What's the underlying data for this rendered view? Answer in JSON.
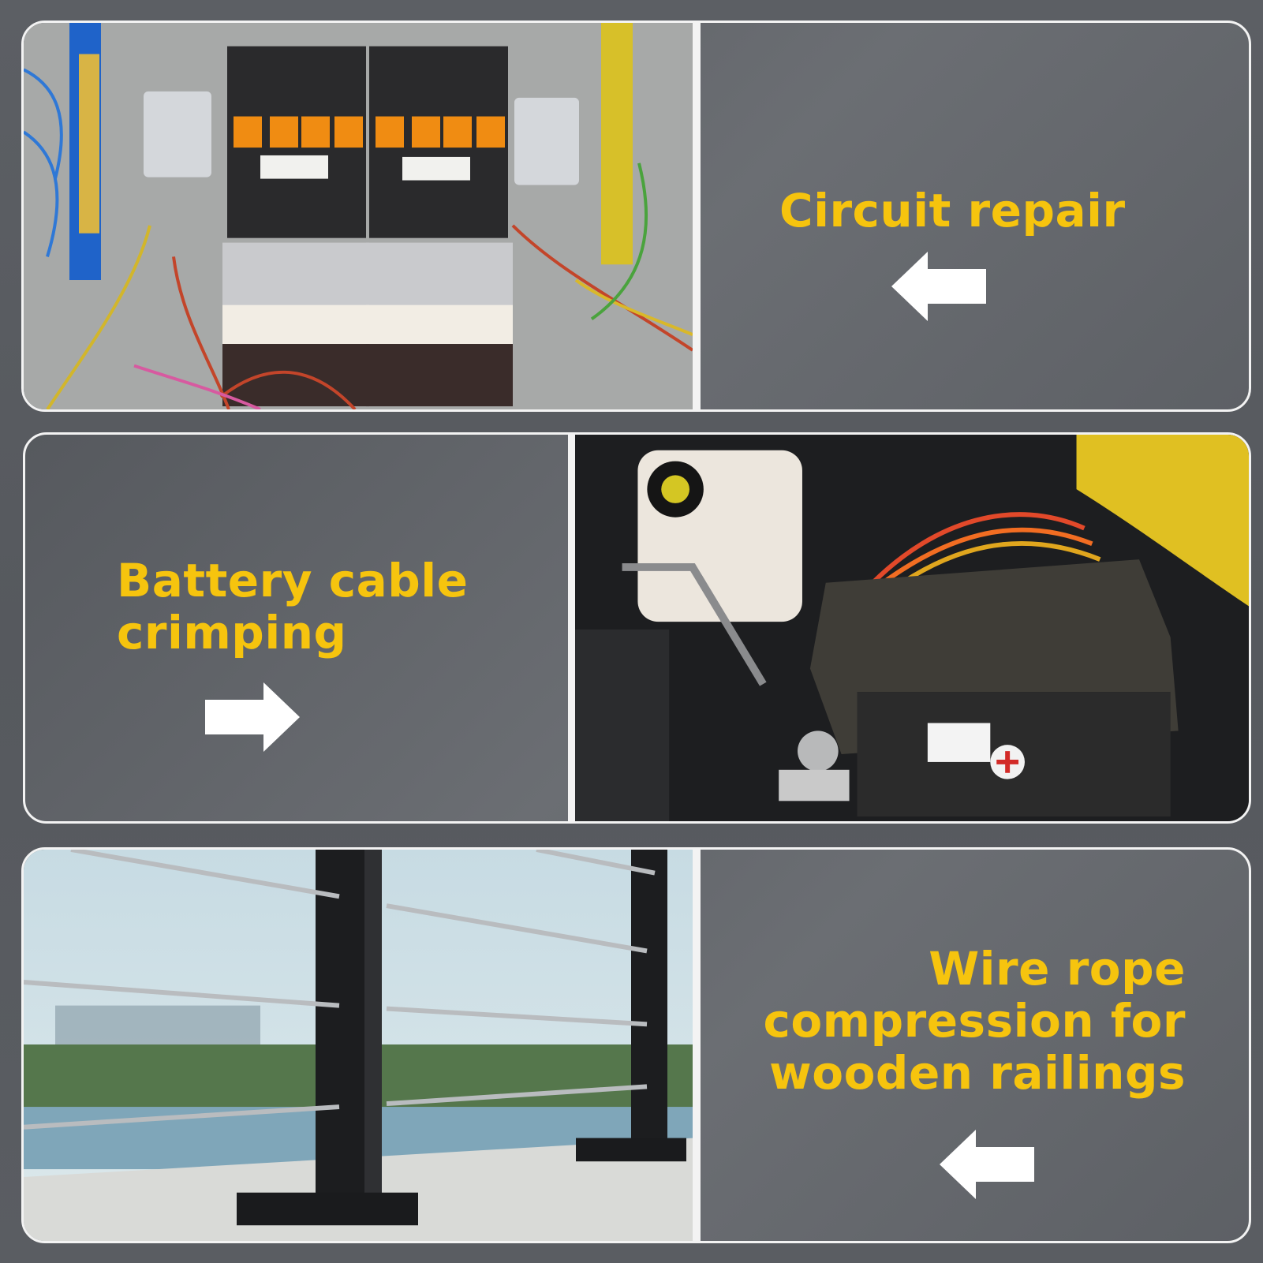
{
  "panels": [
    {
      "caption": "Circuit repair",
      "arrow": "arrow-left-icon",
      "photo": "electrical-panel-photo"
    },
    {
      "caption": "Battery cable crimping",
      "arrow": "arrow-right-icon",
      "photo": "car-battery-photo"
    },
    {
      "caption": "Wire rope compression for wooden railings",
      "arrow": "arrow-left-icon",
      "photo": "cable-railing-photo"
    }
  ],
  "colors": {
    "background": "#5a5d62",
    "caption": "#f6c40e",
    "border": "#f3f3f3",
    "arrow": "#ffffff"
  }
}
